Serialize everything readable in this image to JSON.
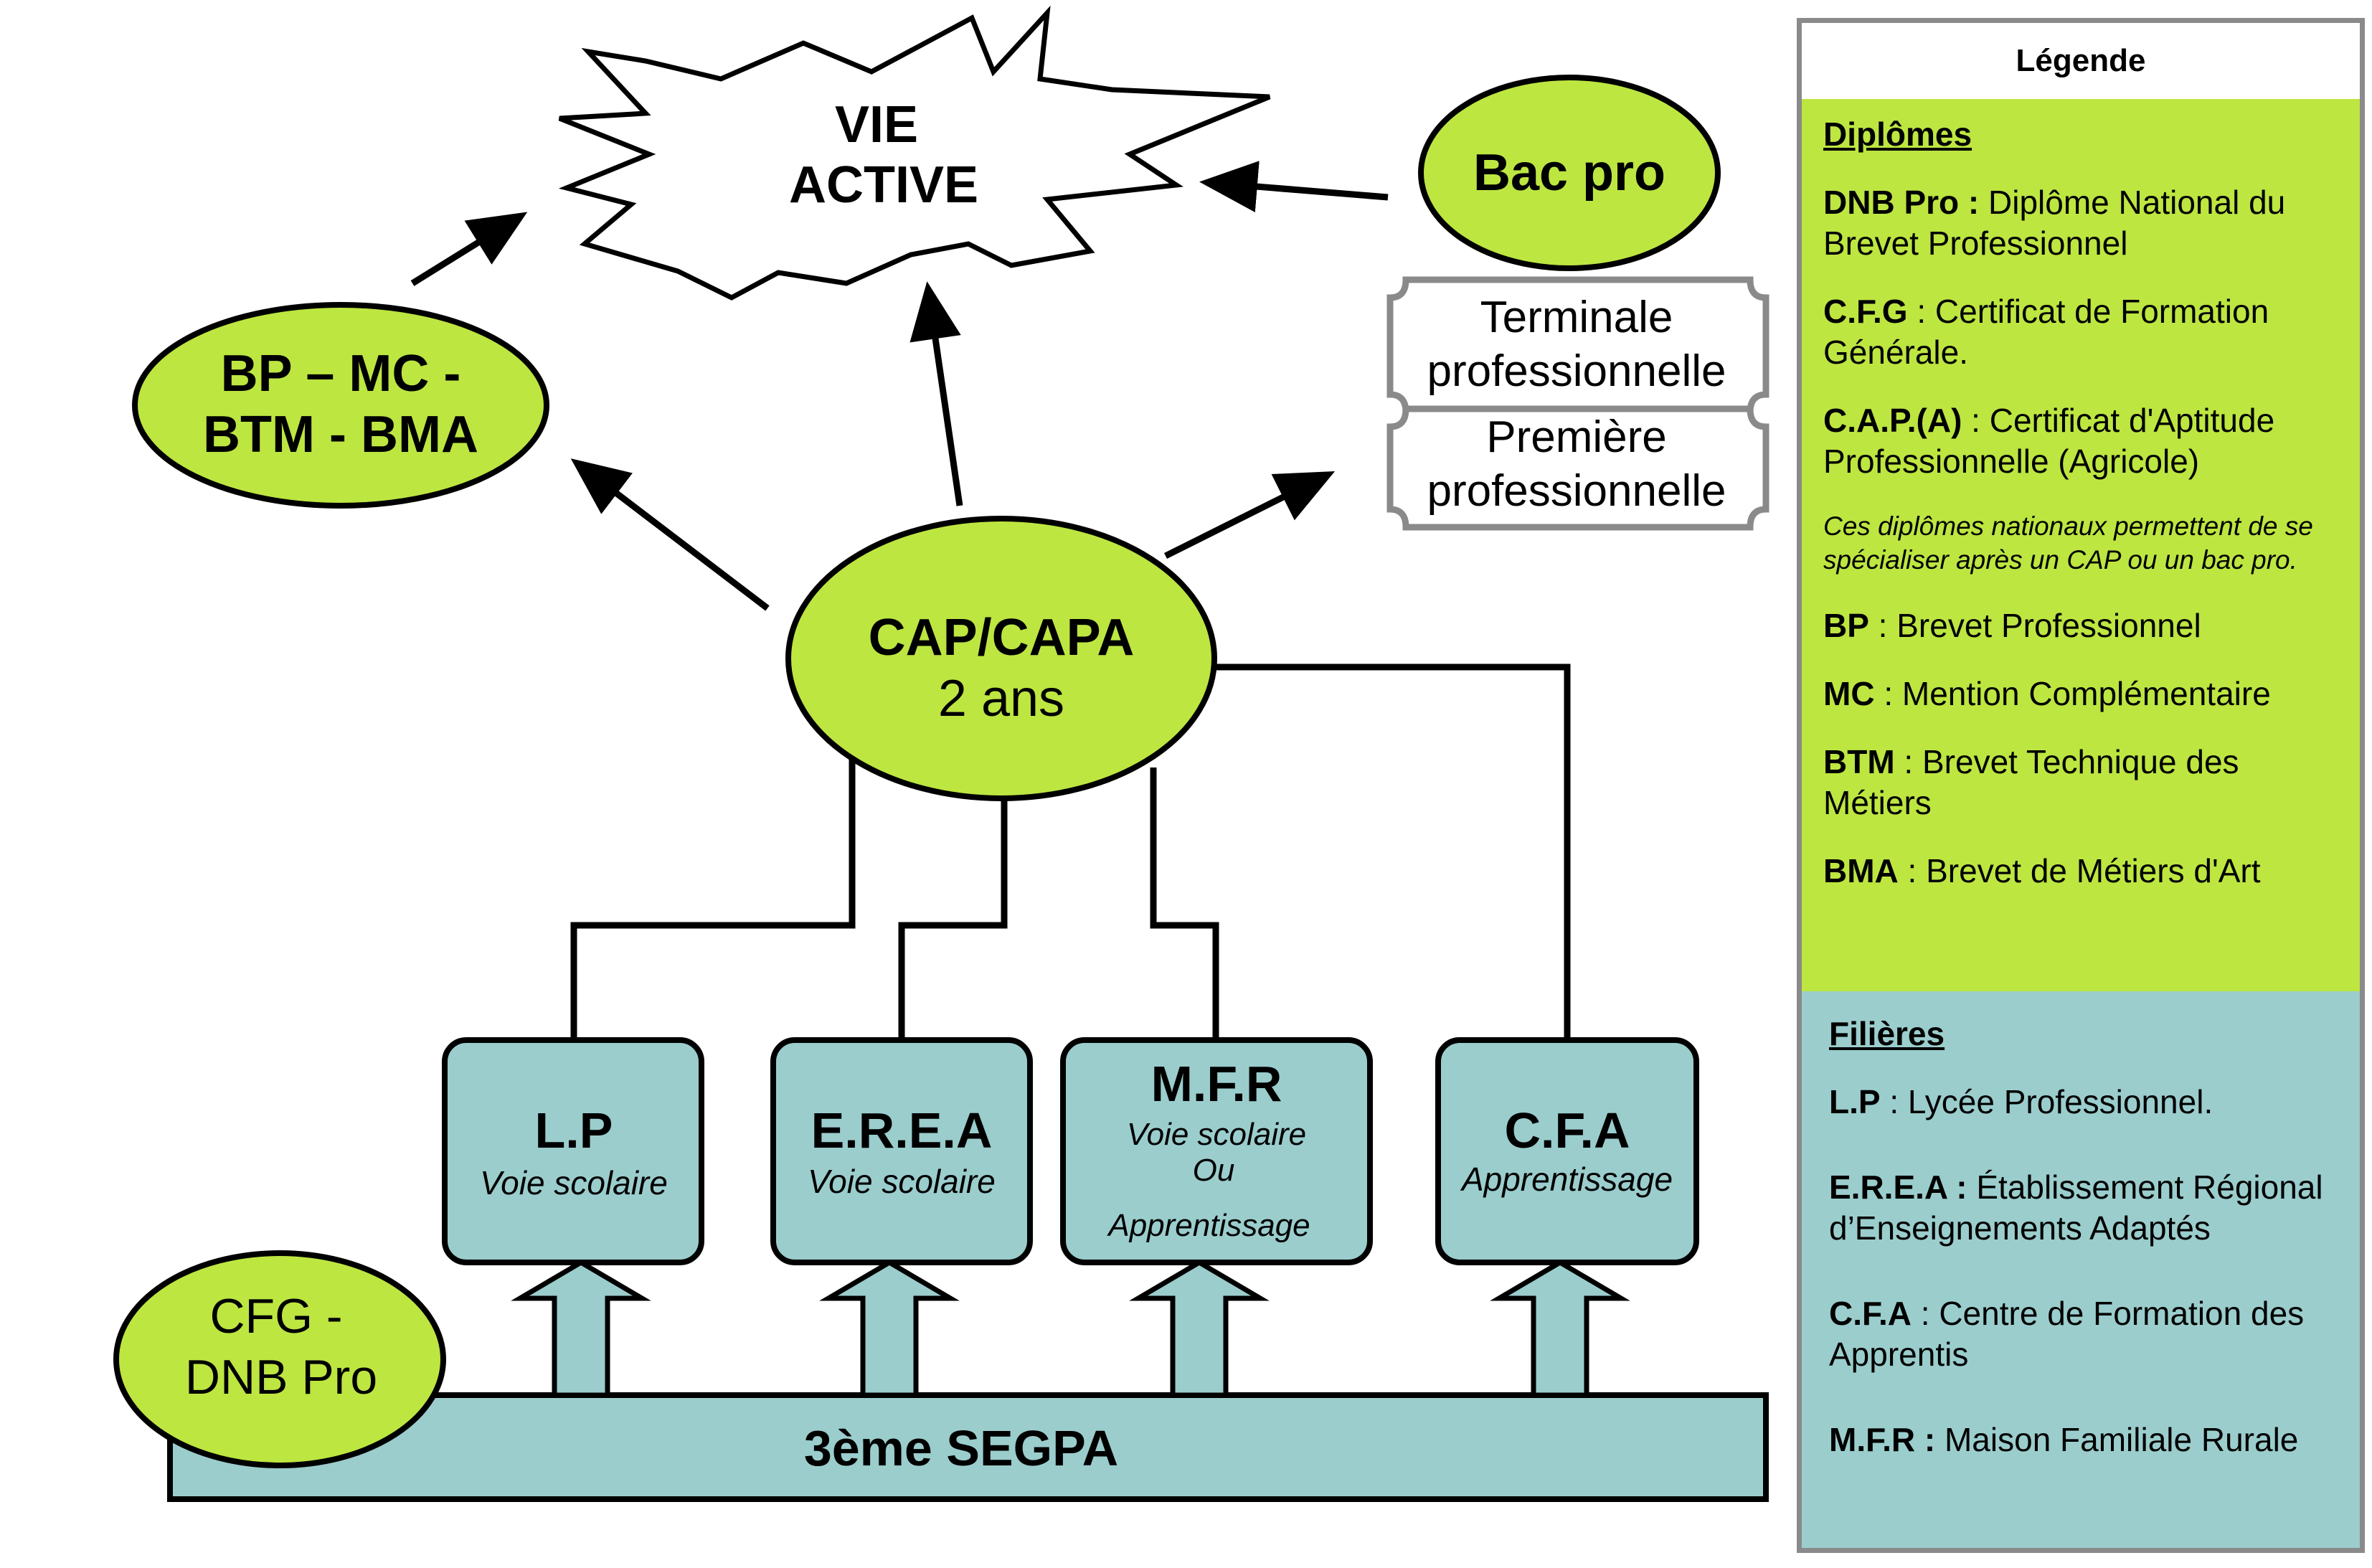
{
  "nodes": {
    "vie_active": [
      "VIE",
      "ACTIVE"
    ],
    "bac_pro": "Bac pro",
    "terminale": [
      "Terminale",
      "professionnelle"
    ],
    "premiere": [
      "Première",
      "professionnelle"
    ],
    "bp": [
      "BP – MC -",
      "BTM - BMA"
    ],
    "cap": [
      "CAP/CAPA",
      "2 ans"
    ],
    "lp": {
      "title": "L.P",
      "sub": "Voie scolaire"
    },
    "erea": {
      "title": "E.R.E.A",
      "sub": "Voie scolaire"
    },
    "mfr": {
      "title": "M.F.R",
      "sub1": "Voie scolaire",
      "sub2": "Ou",
      "sub3": "Apprentissage"
    },
    "cfa": {
      "title": "C.F.A",
      "sub": "Apprentissage"
    },
    "cfg": [
      "CFG -",
      "DNB Pro"
    ],
    "segpa": "3ème SEGPA"
  },
  "legend": {
    "title": "Légende",
    "diplomes": {
      "heading": "Diplômes ",
      "items": [
        {
          "abbr": "DNB Pro :",
          "text": " Diplôme National du Brevet Professionnel"
        },
        {
          "abbr": "C.F.G",
          "text": " : Certificat de Formation Générale."
        },
        {
          "abbr": "C.A.P.(A)",
          "text": " : Certificat d'Aptitude Professionnelle (Agricole)"
        }
      ],
      "note": "Ces diplômes nationaux permettent de se spécialiser après un CAP ou un bac pro.",
      "items2": [
        {
          "abbr": "BP",
          "text": " : Brevet Professionnel"
        },
        {
          "abbr": "MC",
          "text": " : Mention Complémentaire"
        },
        {
          "abbr": "BTM",
          "text": " : Brevet Technique des Métiers"
        },
        {
          "abbr": "BMA",
          "text": " : Brevet de Métiers d'Art"
        }
      ]
    },
    "filieres": {
      "heading": "Filières ",
      "items": [
        {
          "abbr": "L.P",
          "text": " : Lycée Professionnel."
        },
        {
          "abbr": "E.R.E.A :",
          "text": " Établissement Régional d’Enseignements Adaptés"
        },
        {
          "abbr": "C.F.A",
          "text": " : Centre de Formation des Apprentis"
        },
        {
          "abbr": "M.F.R :",
          "text": " Maison Familiale Rurale"
        }
      ]
    }
  },
  "colors": {
    "green": "#bde641",
    "teal": "#9bcdcd",
    "grey_border": "#8a8a8a"
  }
}
